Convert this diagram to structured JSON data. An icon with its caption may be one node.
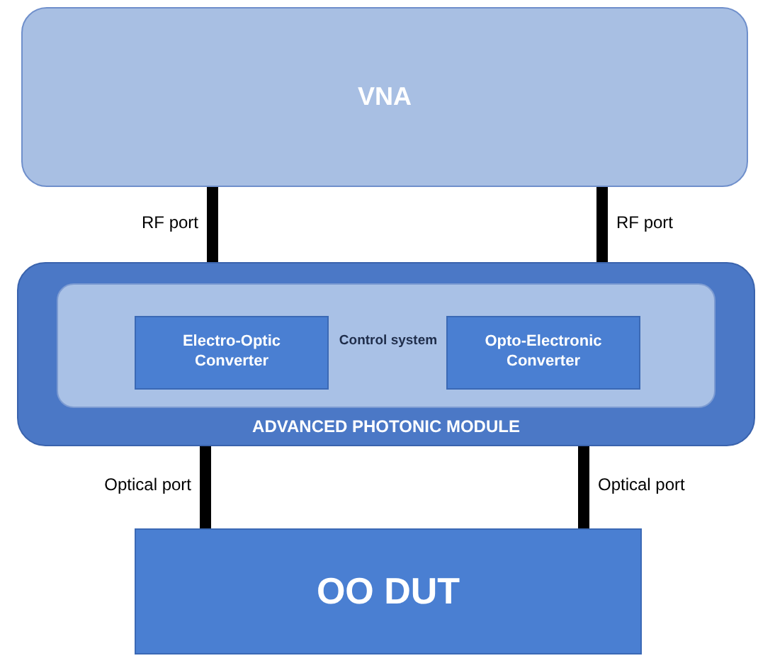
{
  "diagram": {
    "nodes": [
      {
        "text": [
          "VNA"
        ]
      },
      {
        "text": [
          "ADVANCED PHOTONIC MODULE"
        ]
      },
      {
        "text": [
          "Control system"
        ],
        "in": 1
      },
      {
        "text": [
          "Electro-Optic Converter"
        ],
        "in": 2
      },
      {
        "text": [
          "Opto-Electronic Converter"
        ],
        "in": 2
      },
      {
        "text": [
          "OO DUT"
        ]
      }
    ],
    "edges": [
      {
        "from": 0,
        "to": 1,
        "arrow": "none",
        "label": "RF port"
      },
      {
        "from": 0,
        "to": 1,
        "arrow": "none",
        "label": "RF port"
      },
      {
        "from": 1,
        "to": 5,
        "arrow": "none",
        "label": "Optical port"
      },
      {
        "from": 1,
        "to": 5,
        "arrow": "none",
        "label": "Optical port"
      }
    ]
  }
}
